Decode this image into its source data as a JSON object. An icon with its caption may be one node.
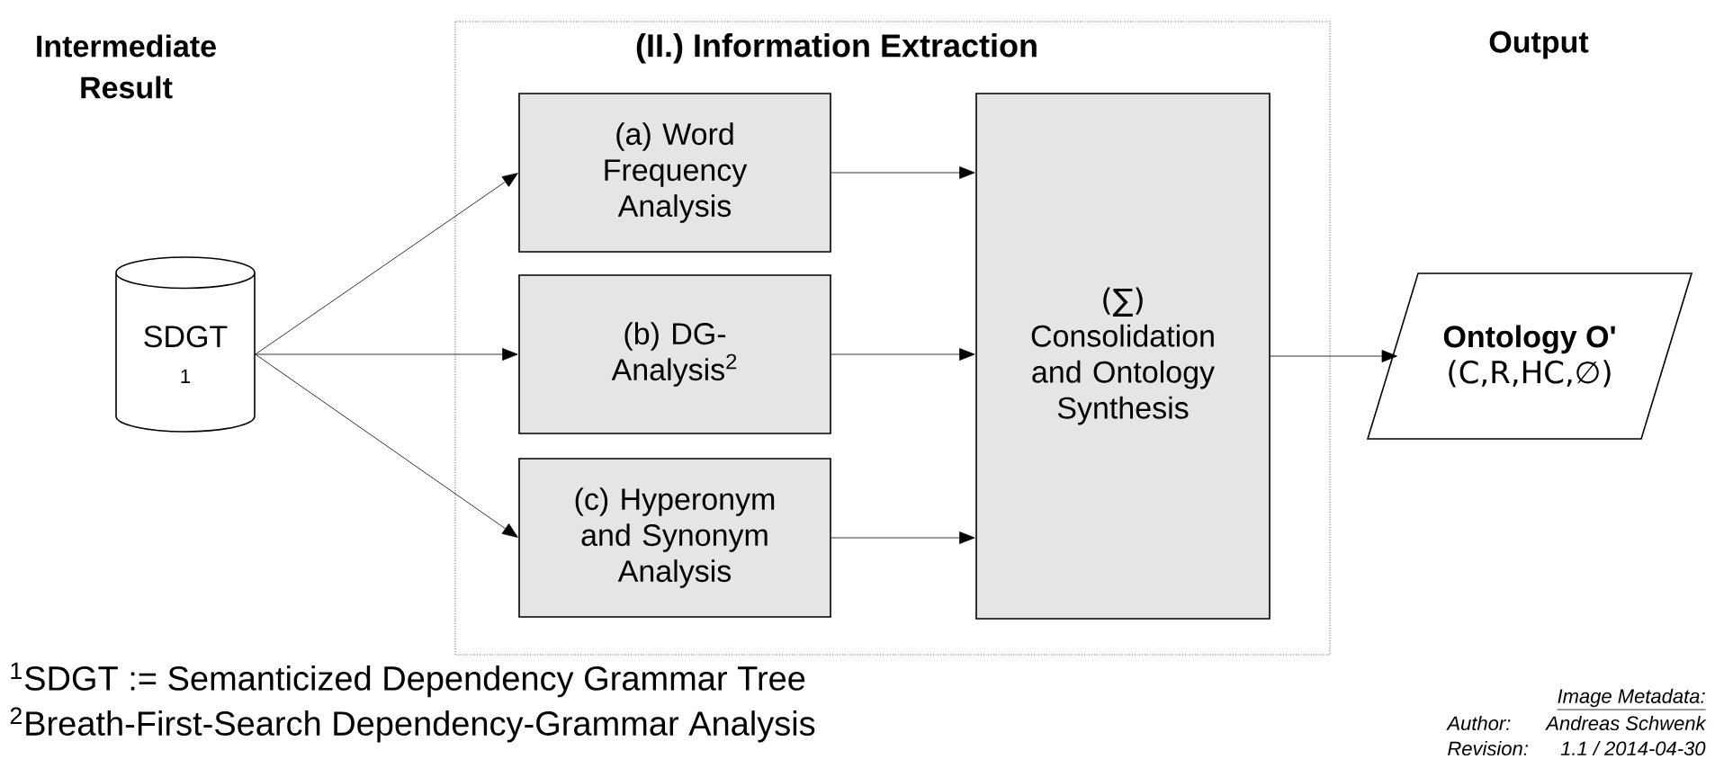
{
  "diagram": {
    "nodes": [
      {
        "text": [
          "SDGT",
          "1"
        ]
      },
      {
        "text": [
          "(II.) Information Extraction"
        ]
      },
      {
        "text": [
          "(a) Word Frequency Analysis"
        ],
        "in": 1
      },
      {
        "text": [
          "(b) DG-Analysis$^{2}$"
        ],
        "in": 1
      },
      {
        "text": [
          "(c) Hyperonym and Synonym Analysis"
        ],
        "in": 1
      },
      {
        "text": [
          "(∑)",
          "Consolidation and Ontology Synthesis"
        ],
        "in": 1
      },
      {
        "text": [
          "Ontology O'",
          "(C,R,HC,∅)"
        ]
      }
    ],
    "edges": [
      {
        "from": 0,
        "to": 2,
        "arrow": "to"
      },
      {
        "from": 0,
        "to": 3,
        "arrow": "to"
      },
      {
        "from": 0,
        "to": 4,
        "arrow": "to"
      },
      {
        "from": 2,
        "to": 5,
        "arrow": "to"
      },
      {
        "from": 3,
        "to": 5,
        "arrow": "to"
      },
      {
        "from": 4,
        "to": 5,
        "arrow": "to"
      },
      {
        "from": 5,
        "to": 6,
        "arrow": "to"
      }
    ],
    "labels": [
      "Intermediate Result",
      "Output",
      "$^{1}$SDGT := Semanticized Dependency Grammar Tree",
      "$^{2}$Breath-First-Search Dependency-Grammar Analysis",
      "Image Metadata:",
      "Author:",
      "Andreas Schwenk",
      "Revision:",
      "1.1 / 2014-04-30"
    ]
  }
}
